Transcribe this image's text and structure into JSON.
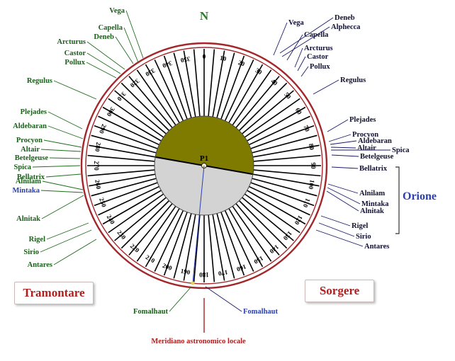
{
  "north_label": "N",
  "center_label": "P1",
  "meridian_label": "Meridiano astronomico locale",
  "rising_box": "Sorgere",
  "setting_box": "Tramontare",
  "orion_label": "Orione",
  "dial_numbers_east": [
    "0",
    "10",
    "20",
    "30",
    "40",
    "50",
    "60",
    "70",
    "80",
    "90",
    "100",
    "110",
    "120",
    "130",
    "140",
    "150",
    "160",
    "170",
    "180"
  ],
  "dial_numbers_west": [
    "190",
    "200",
    "210",
    "220",
    "230",
    "240",
    "250",
    "260",
    "270",
    "280",
    "290",
    "300",
    "310",
    "320",
    "330",
    "340",
    "350"
  ],
  "rising_stars": [
    "Deneb",
    "Alphecca",
    "Vega",
    "Capella",
    "Arcturus",
    "Castor",
    "Pollux",
    "Regulus",
    "Plejades",
    "Procyon",
    "Aldebaran",
    "Altair",
    "Spica",
    "Betelgeuse",
    "Bellatrix",
    "Alnilam",
    "Mintaka",
    "Alnitak",
    "Rigel",
    "Sirio",
    "Antares",
    "Fomalhaut"
  ],
  "setting_stars": [
    "Vega",
    "Capella",
    "Deneb",
    "Arcturus",
    "Castor",
    "Pollux",
    "Regulus",
    "Plejades",
    "Aldebaran",
    "Procyon",
    "Altair",
    "Betelgeuse",
    "Spica",
    "Bellatrix",
    "Alnilam",
    "Mintaka",
    "Alnitak",
    "Rigel",
    "Sirio",
    "Antares",
    "Fomalhaut"
  ],
  "colors": {
    "ring": "#a3262a",
    "spoke": "#000000",
    "hemisphere_top": "#7f7a00",
    "hemisphere_bottom": "#d3d3d3",
    "label_rising": "#111133",
    "label_setting": "#1a5e1a",
    "leader_rising": "#1a1a6a",
    "leader_setting": "#1e6e1e",
    "meridian": "#b01e1e",
    "fomalhaut_line": "#2b3fb0"
  }
}
